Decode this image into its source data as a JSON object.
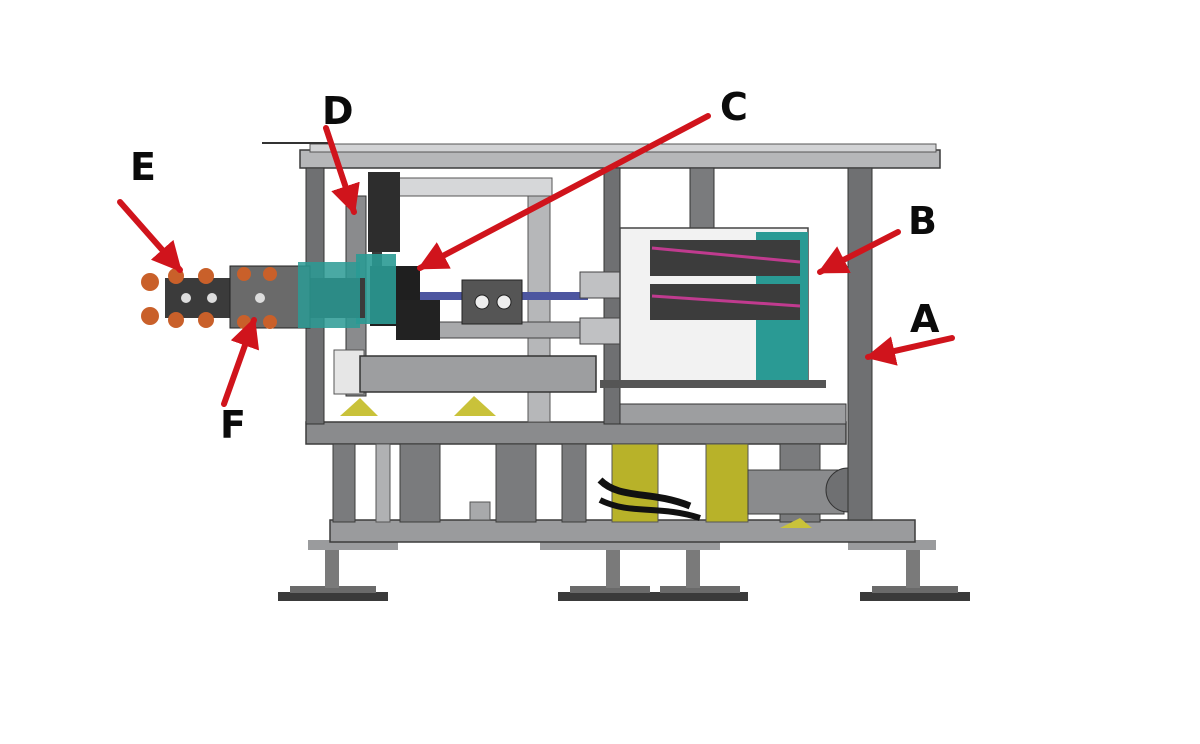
{
  "labels": {
    "a": "A",
    "b": "B",
    "c": "C",
    "d": "D",
    "e": "E",
    "f": "F"
  },
  "colors": {
    "arrow": "#d0141c",
    "frame_dark": "#5f6062",
    "frame_mid": "#8a8b8d",
    "frame_light": "#c8c9cb",
    "panel_teal": "#2a9a94",
    "cylinder_yellow": "#b8b229",
    "gripper_orange": "#c9602a",
    "magenta_cable": "#c03b8f",
    "lead_blue": "#4d56a0"
  }
}
